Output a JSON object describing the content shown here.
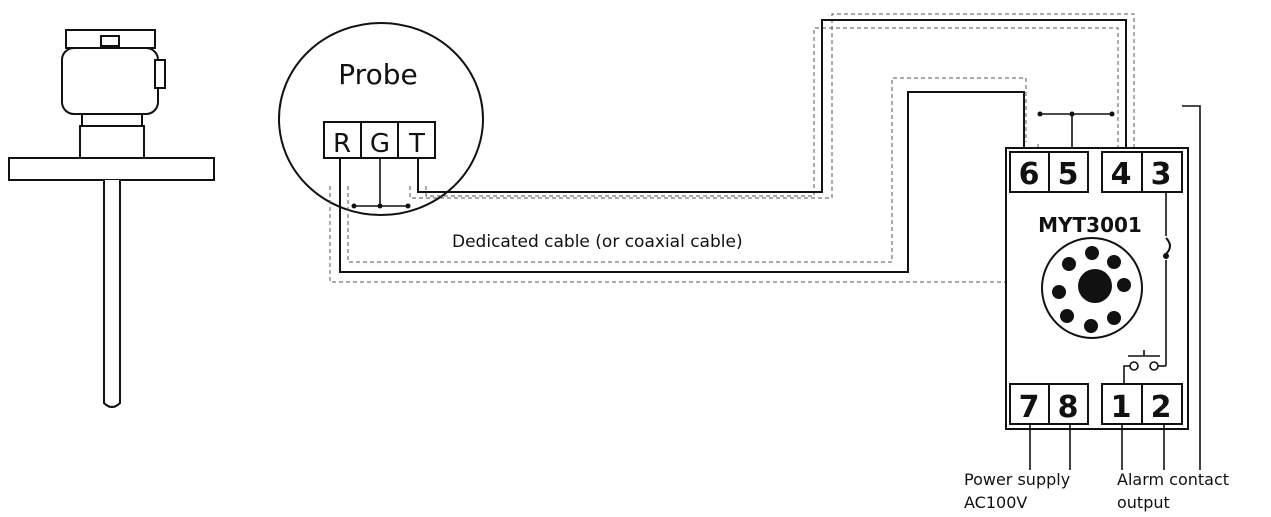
{
  "probe_label": "Probe",
  "probe_terminals": [
    "R",
    "G",
    "T"
  ],
  "cable_label": "Dedicated cable (or coaxial cable)",
  "relay": {
    "model": "MYT3001",
    "top_terminals": [
      "6",
      "5",
      "4",
      "3"
    ],
    "bottom_terminals": [
      "7",
      "8",
      "1",
      "2"
    ]
  },
  "outputs": {
    "power_line1": "Power supply",
    "power_line2": "AC100V",
    "alarm_line1": "Alarm contact",
    "alarm_line2": "output"
  }
}
